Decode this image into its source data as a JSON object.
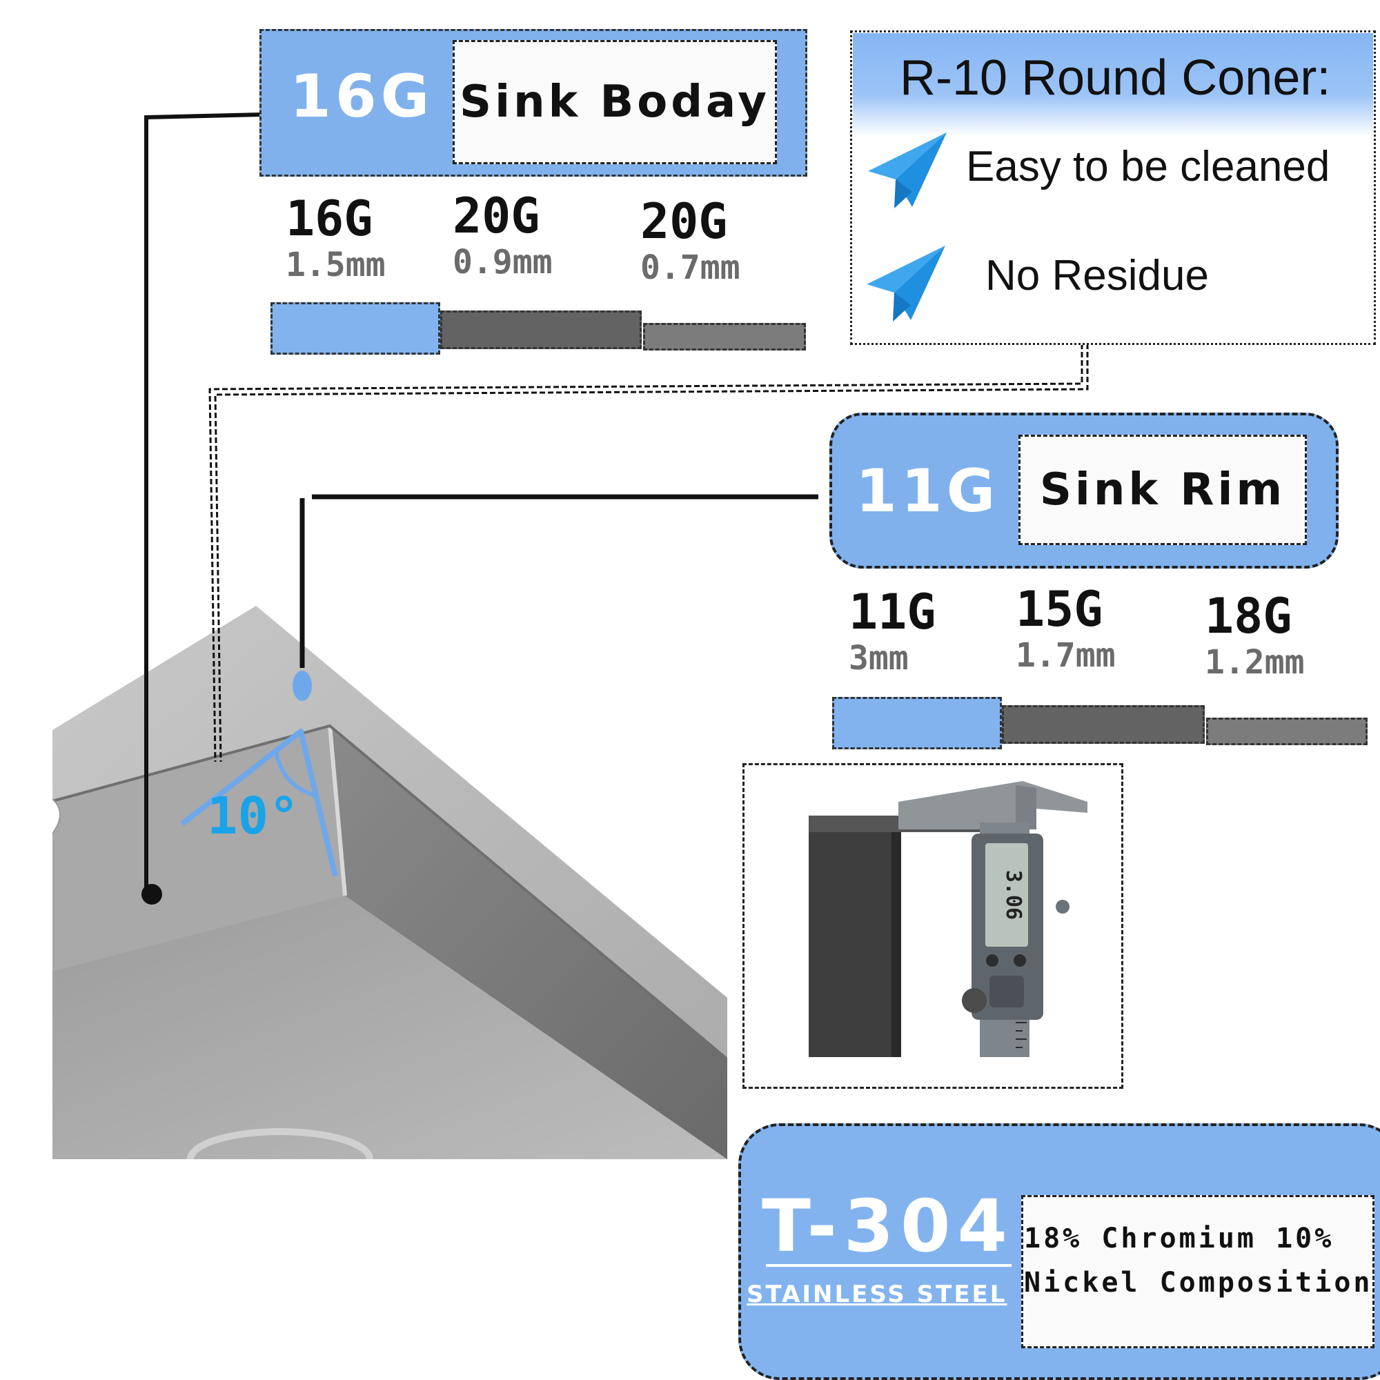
{
  "body_section": {
    "gauge_code": "16G",
    "label": "Sink Boday",
    "options": [
      {
        "gauge": "16G",
        "thickness": "1.5mm"
      },
      {
        "gauge": "20G",
        "thickness": "0.9mm"
      },
      {
        "gauge": "20G",
        "thickness": "0.7mm"
      }
    ]
  },
  "rim_section": {
    "gauge_code": "11G",
    "label": "Sink Rim",
    "options": [
      {
        "gauge": "11G",
        "thickness": "3mm"
      },
      {
        "gauge": "15G",
        "thickness": "1.7mm"
      },
      {
        "gauge": "18G",
        "thickness": "1.2mm"
      }
    ]
  },
  "corner_section": {
    "title": "R-10 Round Coner:",
    "features": [
      "Easy to be cleaned",
      "No Residue"
    ],
    "angle_label": "10°"
  },
  "caliper_readout": "3.06",
  "material_section": {
    "grade": "T-304",
    "subtitle": "STAINLESS STEEL",
    "composition_line1": "18% Chromium 10%",
    "composition_line2": "Nickel Composition"
  },
  "colors": {
    "accent_blue": "#80b1ed",
    "dark_bar": "#636363",
    "mid_bar": "#7c7c7c",
    "icon_blue": "#1f8fe0",
    "angle_blue": "#1aa3e8"
  },
  "icons": [
    "paper-plane-icon",
    "paper-plane-icon"
  ]
}
